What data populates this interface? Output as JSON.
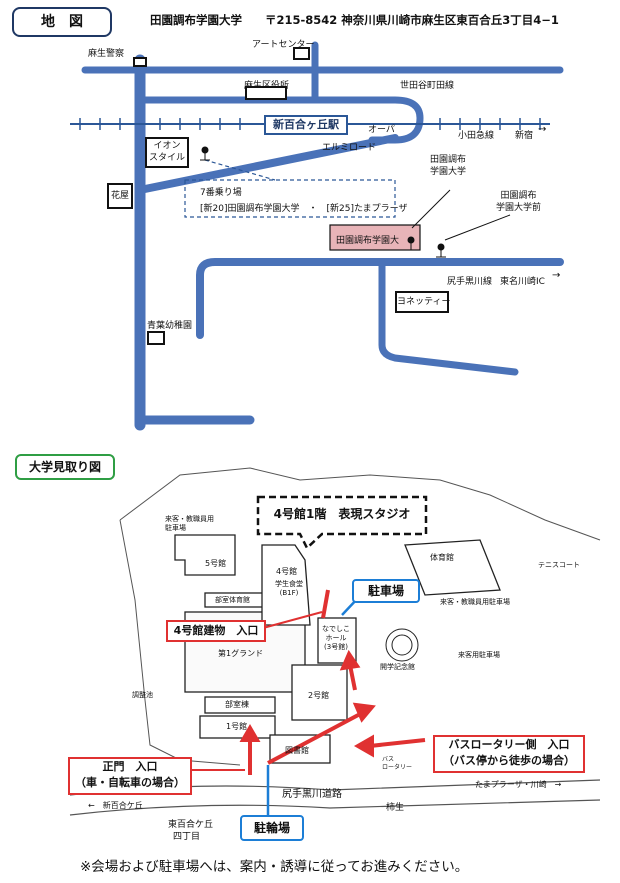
{
  "header": {
    "map_label": "地　図",
    "address": "田園調布学園大学　　〒215-8542 神奈川県川崎市麻生区東百合丘3丁目4−1"
  },
  "map": {
    "labels": {
      "asao_police": "麻生警察",
      "art_center": "アートセンター",
      "asao_ward_office": "麻生区役所",
      "setagaya_line": "世田谷町田線",
      "station": "新百合ヶ丘駅",
      "oba": "オーパ",
      "odakyu_line": "小田急線",
      "shinjuku": "新宿",
      "aeon_style": "イオン\nスタイル",
      "elmiroad": "エルミロード",
      "hanaya": "花屋",
      "bus_stop7_title": "7番乗り場",
      "bus_stop7_routes": "[新20]田園調布学園大学　・　[新25]たまプラーザ",
      "univ_callout": "田園調布\n学園大学",
      "univ_building": "田園調布学園大",
      "bus_stop_callout": "田園調布\n学園大学前",
      "shiritekurokawa_line": "尻手黒川線",
      "tomei_ic": "東名川崎IC",
      "yonetty": "ヨネッティー",
      "aoba_kindergarten": "青葉幼稚園"
    }
  },
  "campus": {
    "section_label": "大学見取り図",
    "studio_title": "4号館1階　表現スタジオ",
    "parking": "駐車場",
    "bicycle_parking": "駐輪場",
    "building4_entrance": "4号館建物　入口",
    "main_gate_line1": "正門　入口",
    "main_gate_line2": "（車・自転車の場合）",
    "bus_rotary_line1": "バスロータリー側　入口",
    "bus_rotary_line2": "（バス停から徒歩の場合）",
    "road_name": "尻手黒川道路",
    "area_name_line1": "東百合ケ丘",
    "area_name_line2": "四丁目",
    "to_shinyurigaoka": "←　新百合ケ丘",
    "to_tamaplaza": "たまプラーザ・川崎　→",
    "persimmon": "柿生",
    "building_labels": {
      "b5": "5号館",
      "club_gym": "部室体育館",
      "ground": "第1グランド",
      "club_bldg": "部室棟",
      "b1": "1号館",
      "b4": "4号館",
      "b4_sub": "学生食堂\n(B1F)",
      "nadeshiko": "なでしこ\nホール\n(3号館)",
      "b2": "2号館",
      "library": "図書館",
      "gym": "体育館",
      "memorial": "開学記念館",
      "guest_parking": "来客用駐車場",
      "teacher_parking": "来客・教職員用\n駐車場",
      "teacher_parking2": "来客・教職員用駐車場",
      "bus_rotary_small": "バス\nロータリー",
      "adjust_pond": "調整池",
      "tennis": "テニスコート"
    }
  },
  "footer": {
    "note": "※会場および駐車場へは、案内・誘導に従ってお進みください。"
  },
  "colors": {
    "road_blue": "#4a72b8",
    "rail": "#2b5797",
    "univ_fill": "#e8b4b8",
    "red": "#e03131",
    "blue": "#1c7ed6",
    "green": "#2f9e44"
  }
}
